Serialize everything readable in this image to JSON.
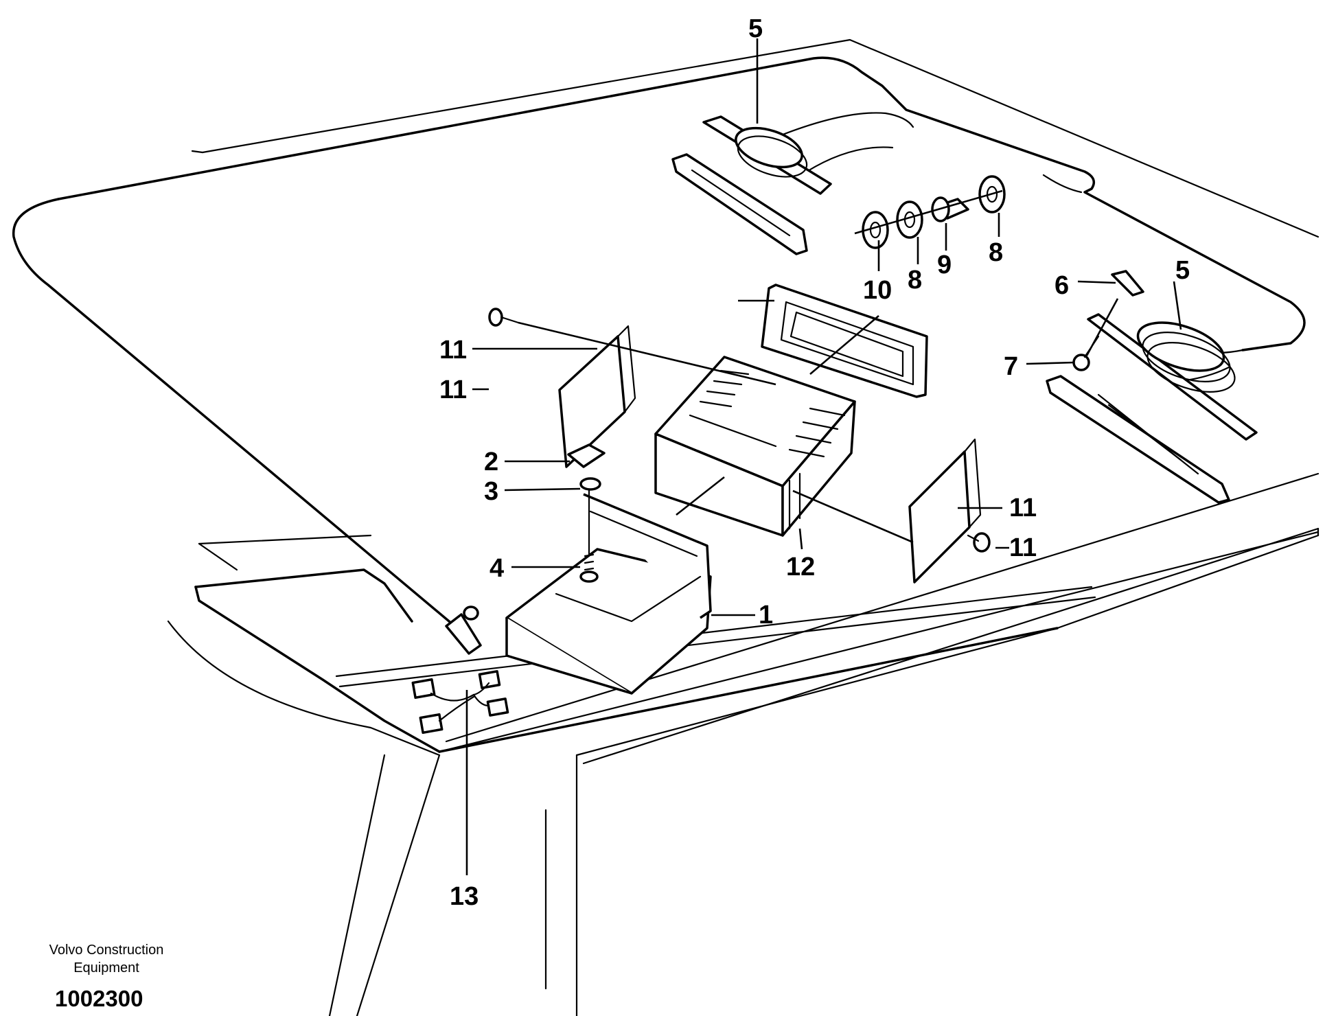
{
  "callouts": [
    {
      "id": "c1",
      "text": "1"
    },
    {
      "id": "c2",
      "text": "2"
    },
    {
      "id": "c3",
      "text": "3"
    },
    {
      "id": "c4",
      "text": "4"
    },
    {
      "id": "c5a",
      "text": "5"
    },
    {
      "id": "c5b",
      "text": "5"
    },
    {
      "id": "c6",
      "text": "6"
    },
    {
      "id": "c7",
      "text": "7"
    },
    {
      "id": "c8a",
      "text": "8"
    },
    {
      "id": "c8b",
      "text": "8"
    },
    {
      "id": "c9",
      "text": "9"
    },
    {
      "id": "c10",
      "text": "10"
    },
    {
      "id": "c11a",
      "text": "11"
    },
    {
      "id": "c11b",
      "text": "11"
    },
    {
      "id": "c11c",
      "text": "11"
    },
    {
      "id": "c11d",
      "text": "11"
    },
    {
      "id": "c12",
      "text": "12"
    },
    {
      "id": "c13",
      "text": "13"
    }
  ],
  "footer": {
    "company_line1": "Volvo Construction",
    "company_line2": "Equipment",
    "drawing_number": "1002300"
  }
}
